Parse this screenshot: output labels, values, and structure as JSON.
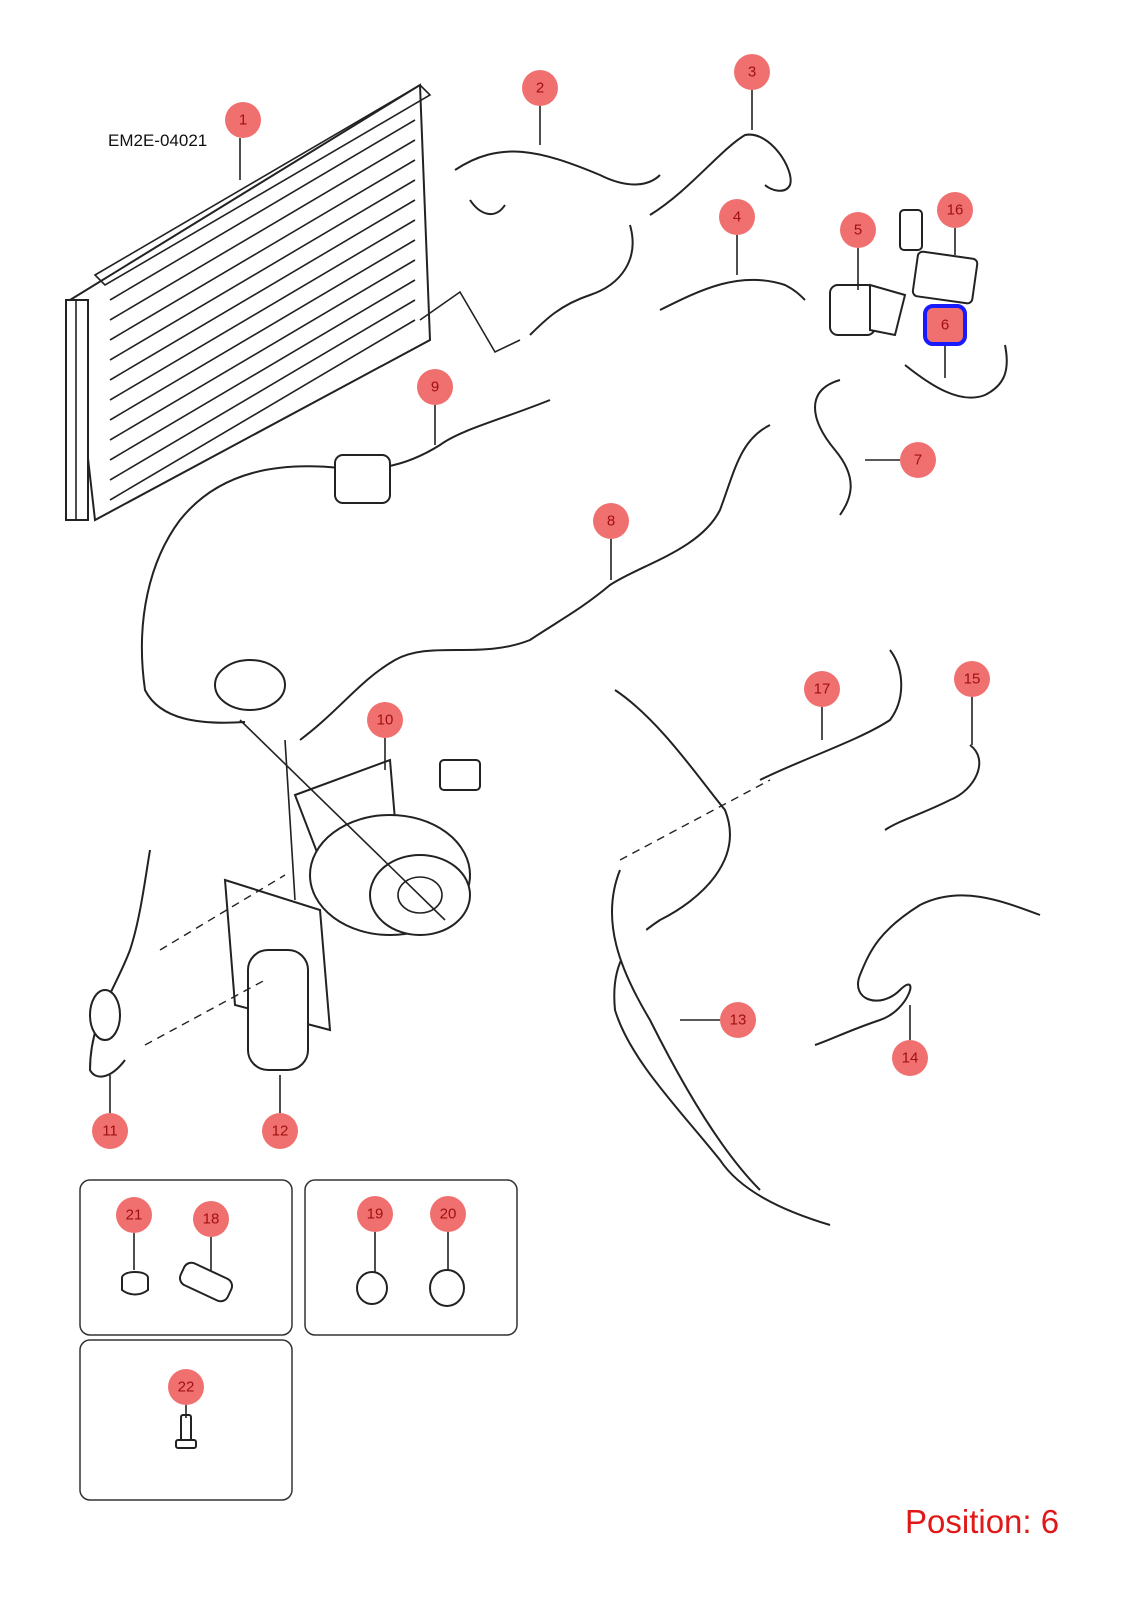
{
  "diagram": {
    "code": "EM2E-04021",
    "position_label": "Position: 6",
    "selected_ref": "6",
    "colors": {
      "callout_fill": "#f07070",
      "callout_text": "#a01010",
      "highlight": "#1a1aff",
      "position_text": "#e01818"
    }
  },
  "callouts": [
    {
      "num": "1"
    },
    {
      "num": "2"
    },
    {
      "num": "3"
    },
    {
      "num": "4"
    },
    {
      "num": "5"
    },
    {
      "num": "6"
    },
    {
      "num": "7"
    },
    {
      "num": "8"
    },
    {
      "num": "9"
    },
    {
      "num": "10"
    },
    {
      "num": "11"
    },
    {
      "num": "12"
    },
    {
      "num": "13"
    },
    {
      "num": "14"
    },
    {
      "num": "15"
    },
    {
      "num": "16"
    },
    {
      "num": "17"
    },
    {
      "num": "18"
    },
    {
      "num": "19"
    },
    {
      "num": "20"
    },
    {
      "num": "21"
    },
    {
      "num": "22"
    }
  ]
}
